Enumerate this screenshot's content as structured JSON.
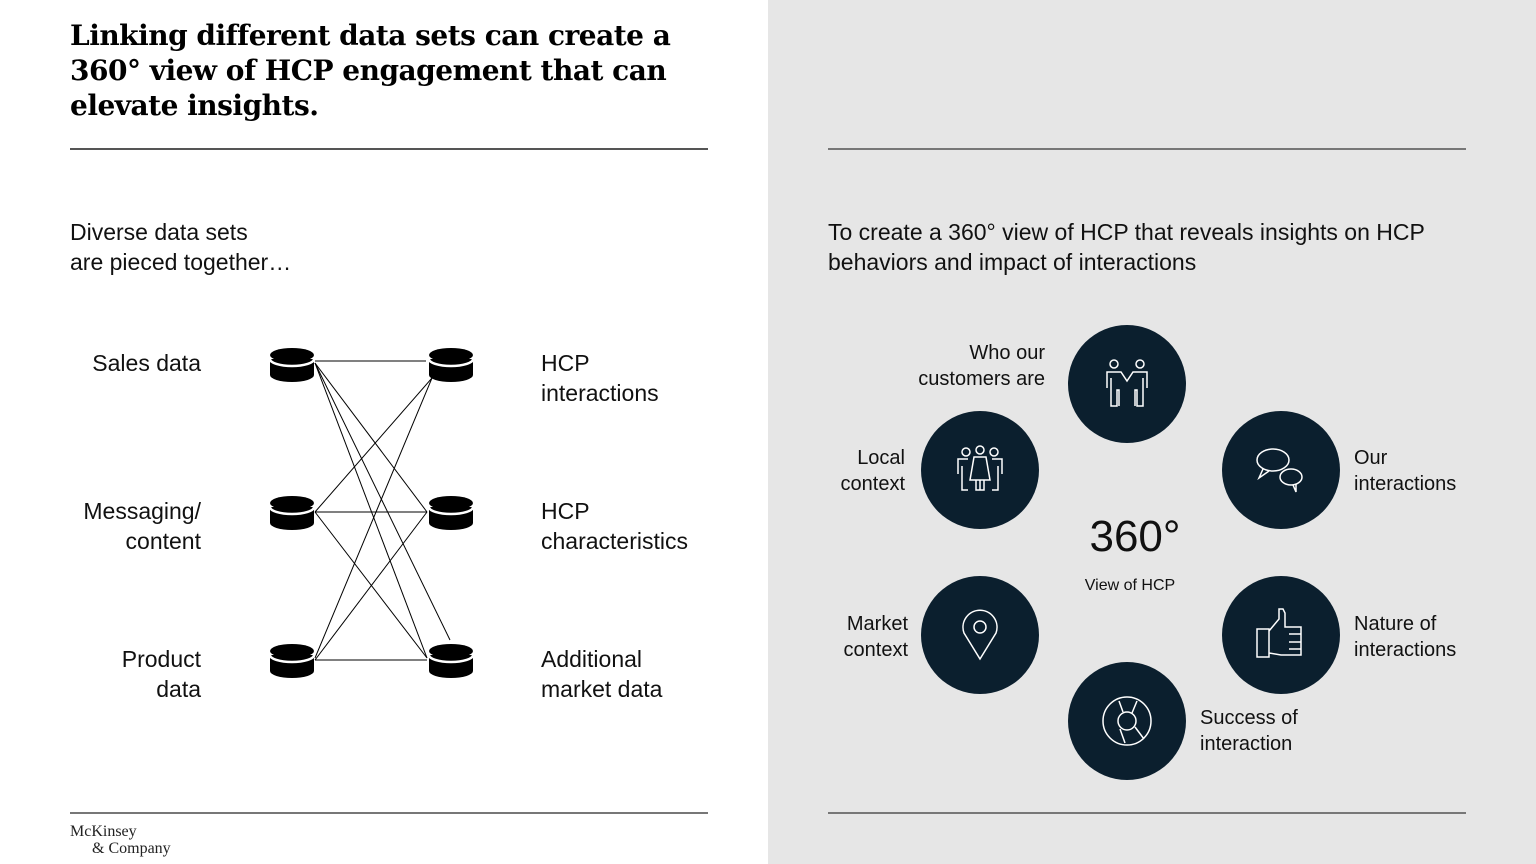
{
  "title": "Linking different data sets can create a 360° view of HCP engagement that can elevate insights.",
  "left": {
    "subtitle_line1": "Diverse data sets",
    "subtitle_line2": "are pieced together…",
    "sources": [
      {
        "l1": "Sales data",
        "l2": ""
      },
      {
        "l1": "Messaging/",
        "l2": "content"
      },
      {
        "l1": "Product",
        "l2": "data"
      }
    ],
    "targets": [
      {
        "l1": "HCP",
        "l2": "interactions"
      },
      {
        "l1": "HCP",
        "l2": "characteristics"
      },
      {
        "l1": "Additional",
        "l2": "market data"
      }
    ]
  },
  "right": {
    "subtitle_line1": "To create a 360° view of HCP that reveals insights on HCP",
    "subtitle_line2": "behaviors and impact of interactions",
    "center_value": "360°",
    "center_label": "View of HCP",
    "nodes": [
      {
        "l1": "Who our",
        "l2": "customers are",
        "icon": "handshake-people-icon"
      },
      {
        "l1": "Local",
        "l2": "context",
        "icon": "group-icon"
      },
      {
        "l1": "Our",
        "l2": "interactions",
        "icon": "chat-bubbles-icon"
      },
      {
        "l1": "Market",
        "l2": "context",
        "icon": "location-pin-icon"
      },
      {
        "l1": "Nature of",
        "l2": "interactions",
        "icon": "thumbs-up-icon"
      },
      {
        "l1": "Success of",
        "l2": "interaction",
        "icon": "lifebuoy-icon"
      }
    ]
  },
  "logo": {
    "l1": "McKinsey",
    "l2": "& Company"
  },
  "colors": {
    "circle": "#0b1f2e",
    "panel": "#e6e6e6"
  }
}
